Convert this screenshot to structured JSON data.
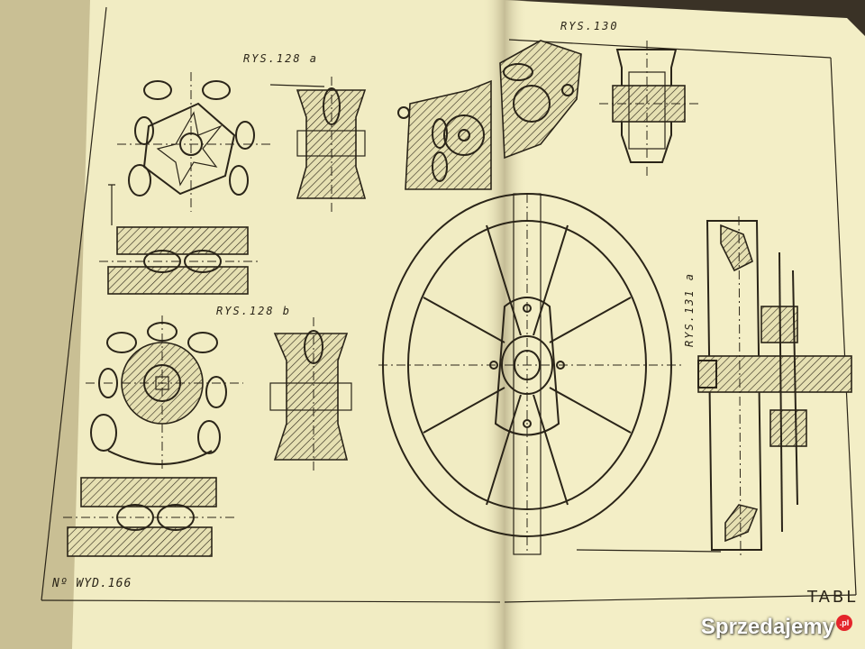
{
  "figure_labels": {
    "rys_128a": "RYS.128 a",
    "rys_128b": "RYS.128 b",
    "rys_130": "RYS.130",
    "rys_131a": "RYS.131 a"
  },
  "footer": {
    "number": "Nº WYD.166",
    "plate": "TABL"
  },
  "watermark": {
    "brand": "Sprzedajemy",
    "tld": ".pl"
  },
  "colors": {
    "paper": "#f1ecc3",
    "ink": "#2a2418",
    "watermark_badge": "#e4252b"
  }
}
